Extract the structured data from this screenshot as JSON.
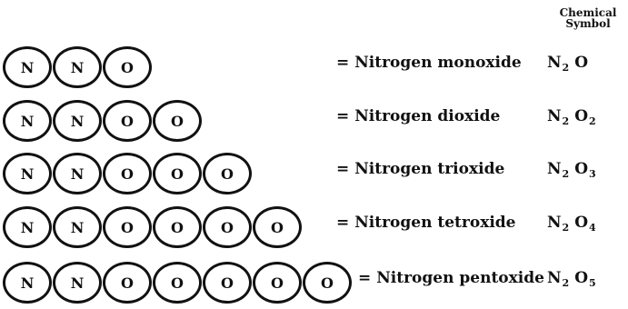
{
  "header": {
    "line1": "Chemical",
    "line2": "Symbol"
  },
  "rows": [
    {
      "atoms": [
        "N",
        "N",
        "O"
      ],
      "equals": "=",
      "name": "Nitrogen monoxide",
      "formula": {
        "el1": "N",
        "sub1": "2",
        "el2": "O",
        "sub2": ""
      }
    },
    {
      "atoms": [
        "N",
        "N",
        "O",
        "O"
      ],
      "equals": "=",
      "name": "Nitrogen dioxide",
      "formula": {
        "el1": "N",
        "sub1": "2",
        "el2": "O",
        "sub2": "2"
      }
    },
    {
      "atoms": [
        "N",
        "N",
        "O",
        "O",
        "O"
      ],
      "equals": "=",
      "name": "Nitrogen trioxide",
      "formula": {
        "el1": "N",
        "sub1": "2",
        "el2": "O",
        "sub2": "3"
      }
    },
    {
      "atoms": [
        "N",
        "N",
        "O",
        "O",
        "O",
        "O"
      ],
      "equals": "=",
      "name": "Nitrogen tetroxide",
      "formula": {
        "el1": "N",
        "sub1": "2",
        "el2": "O",
        "sub2": "4"
      }
    },
    {
      "atoms": [
        "N",
        "N",
        "O",
        "O",
        "O",
        "O",
        "O"
      ],
      "equals": "=",
      "name": "Nitrogen pentoxide",
      "formula": {
        "el1": "N",
        "sub1": "2",
        "el2": "O",
        "sub2": "5"
      }
    }
  ]
}
